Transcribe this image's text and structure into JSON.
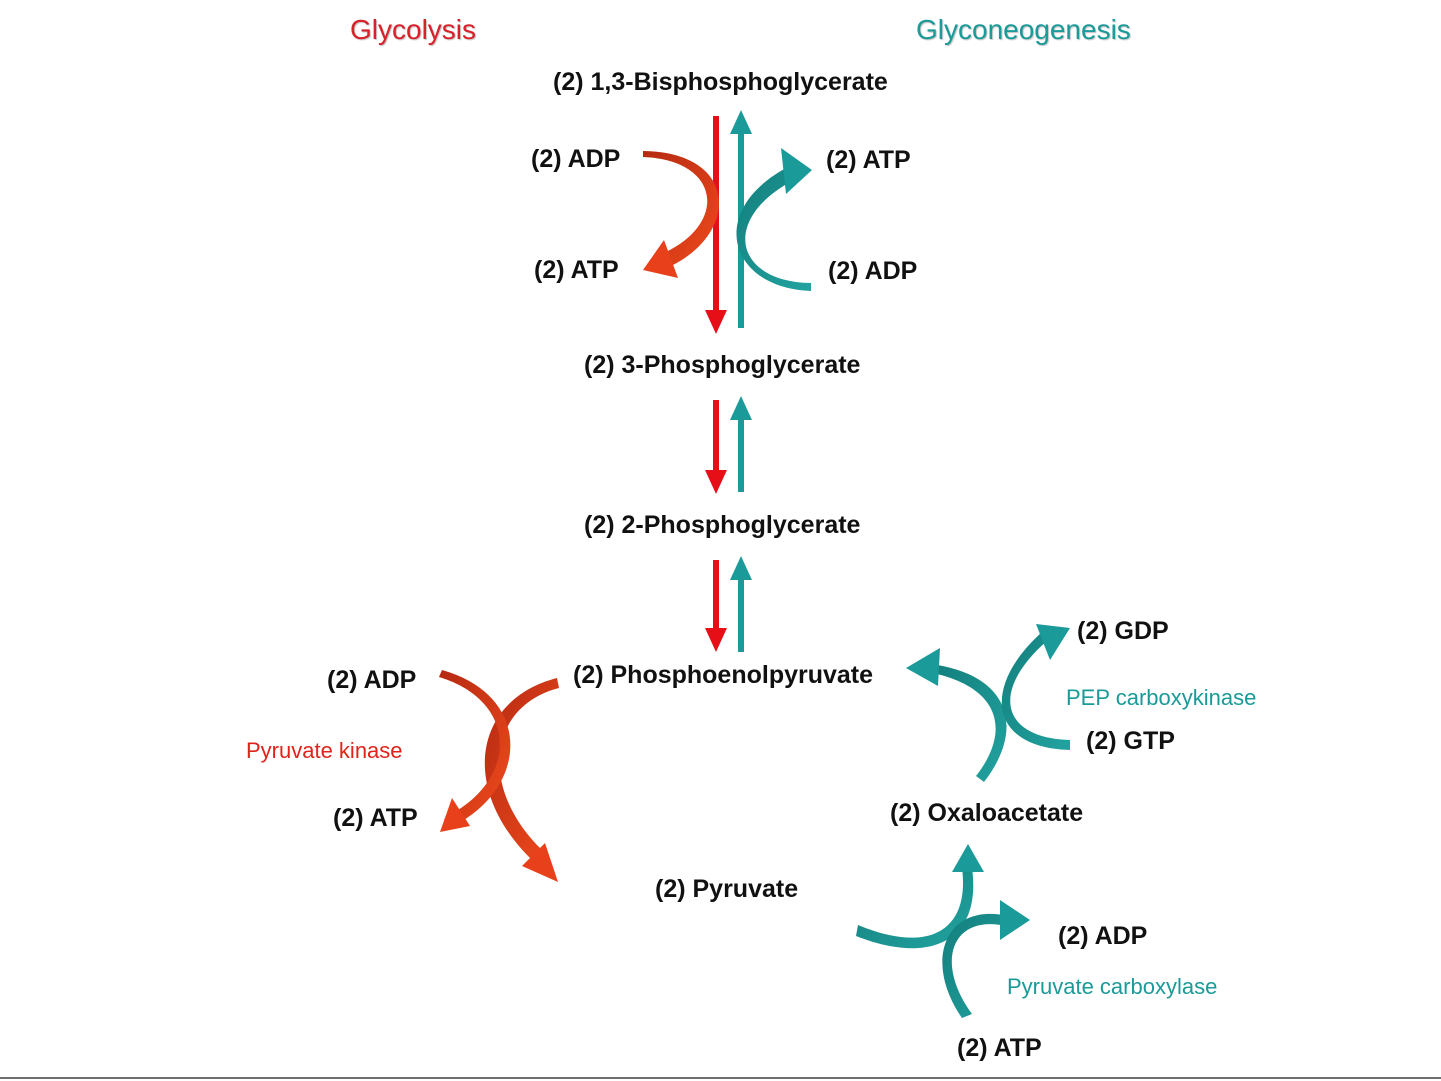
{
  "headers": {
    "glycolysis": "Glycolysis",
    "gluconeogenesis": "Glyconeogenesis"
  },
  "metabolites": {
    "bpg": "(2) 1,3-Bisphosphoglycerate",
    "pg3": "(2) 3-Phosphoglycerate",
    "pg2": "(2) 2-Phosphoglycerate",
    "pep": "(2) Phosphoenolpyruvate",
    "oaa": "(2) Oxaloacetate",
    "pyruvate": "(2) Pyruvate"
  },
  "cofactors": {
    "adp_in_left": "(2)  ADP",
    "atp_out_left": "(2)  ATP",
    "atp_out_right": "(2)  ATP",
    "adp_in_right": "(2)  ADP",
    "adp_pk": "(2)  ADP",
    "atp_pk": "(2) ATP",
    "gdp": "(2)  GDP",
    "gtp": "(2)  GTP",
    "adp_pc": "(2)  ADP",
    "atp_pc": "(2) ATP"
  },
  "enzymes": {
    "pyruvate_kinase": "Pyruvate kinase",
    "pep_carboxykinase": "PEP carboxykinase",
    "pyruvate_carboxylase": "Pyruvate carboxylase"
  },
  "colors": {
    "glycolysis": "#d8212a",
    "glycolysis_arrow": "#e53a1a",
    "gluconeogenesis": "#1a9a98",
    "text": "#111111"
  }
}
